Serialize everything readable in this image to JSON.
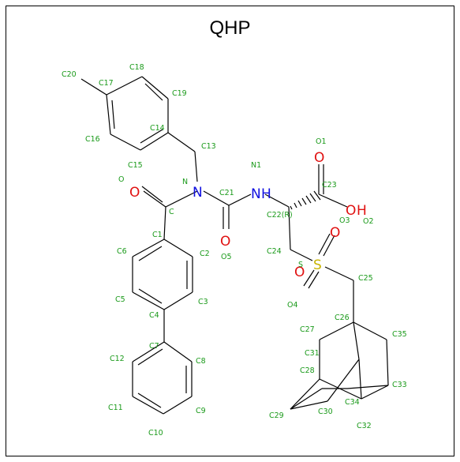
{
  "title": "QHP",
  "colors": {
    "bond": "#000000",
    "atom_label": "#1a9a1a",
    "oxygen": "#e01010",
    "nitrogen": "#1010e0",
    "sulfur": "#c8b400"
  },
  "elements": {
    "o1": "O",
    "n1": "N",
    "n2": "N",
    "o2": "O",
    "o3": "O",
    "h": "H",
    "s": "S",
    "o4": "O",
    "o5": "O"
  },
  "atom_labels": {
    "C20": "C20",
    "C17": "C17",
    "C18": "C18",
    "C19": "C19",
    "C16": "C16",
    "C14": "C14",
    "C13": "C13",
    "C15": "C15",
    "O": "O",
    "N": "N",
    "C": "C",
    "C21": "C21",
    "N1": "N1",
    "C22": "C22(R)",
    "C23": "C23",
    "O1": "O1",
    "O2": "O2",
    "O3": "O3",
    "C24": "C24",
    "S": "S",
    "O4": "O4",
    "O5": "O5",
    "C25": "C25",
    "C26": "C26",
    "C27": "C27",
    "C35": "C35",
    "C31": "C31",
    "C28": "C28",
    "C33": "C33",
    "C34": "C34",
    "C29": "C29",
    "C30": "C30",
    "C32": "C32",
    "C1": "C1",
    "C2": "C2",
    "C6": "C6",
    "C5": "C5",
    "C3": "C3",
    "C4": "C4",
    "C7": "C7",
    "C12": "C12",
    "C8": "C8",
    "C11": "C11",
    "C9": "C9",
    "C10": "C10"
  }
}
